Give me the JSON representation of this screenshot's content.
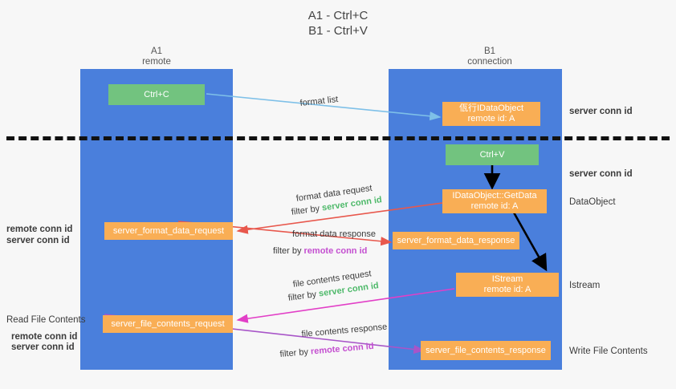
{
  "title": {
    "line1": "A1 - Ctrl+C",
    "line2": "B1 - Ctrl+V"
  },
  "columns": [
    {
      "name": "A1",
      "sub": "remote"
    },
    {
      "name": "B1",
      "sub": "connection"
    }
  ],
  "colors": {
    "lane": "#4a7fdc",
    "green_box": "#72c37f",
    "orange_box": "#f9ae55",
    "server_conn": "#4eb96a",
    "remote_conn": "#c44fd0",
    "arrow_blue": "#7ec0e8",
    "arrow_red": "#e8584d",
    "arrow_black": "#000000",
    "arrow_magenta": "#e23fc7",
    "arrow_purple": "#a855c8"
  },
  "nodes": {
    "ctrl_c": {
      "label": "Ctrl+C"
    },
    "data_object_top": {
      "line1": "佤行IDataObject",
      "line2": "remote id: A"
    },
    "ctrl_v": {
      "label": "Ctrl+V"
    },
    "getdata": {
      "line1": "IDataObject::GetData",
      "line2": "remote id: A"
    },
    "format_data_request": {
      "label": "server_format_data_request"
    },
    "format_data_response": {
      "label": "server_format_data_response"
    },
    "istream": {
      "line1": "IStream",
      "line2": "remote id: A"
    },
    "file_contents_request": {
      "label": "server_file_contents_request"
    },
    "file_contents_response": {
      "label": "server_file_contents_response"
    }
  },
  "edge_labels": {
    "format_list": "format list",
    "format_data_request": "format data request",
    "format_data_request_filter_prefix": "filter by ",
    "format_data_request_filter_key": "server conn id",
    "format_data_response": "format data response",
    "format_data_response_filter_prefix": "filter by ",
    "format_data_response_filter_key": "remote conn id",
    "file_contents_request": "file contents request",
    "file_contents_request_filter_prefix": "filter by ",
    "file_contents_request_filter_key": "server conn id",
    "file_contents_response": "file contents response",
    "file_contents_response_filter_prefix": "filter by ",
    "file_contents_response_filter_key": "remote conn id"
  },
  "side_labels": {
    "server_conn_top": "server conn id",
    "server_conn_mid": "server conn id",
    "data_object": "DataObject",
    "istream": "Istream",
    "write_file_contents": "Write File Contents"
  },
  "left_labels": {
    "pair1_remote": "remote conn id",
    "pair1_server": "server conn id",
    "read_file_contents": "Read File Contents",
    "pair2_remote": "remote conn id",
    "pair2_server": "server conn id"
  }
}
